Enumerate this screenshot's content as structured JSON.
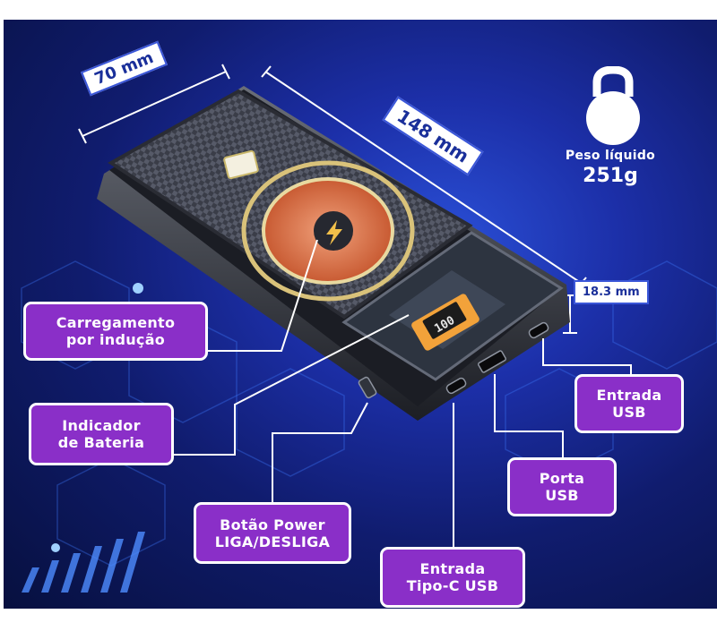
{
  "dimensions": {
    "width": "70 mm",
    "length": "148 mm",
    "height": "18.3 mm"
  },
  "weight": {
    "label": "Peso líquido",
    "value": "251g",
    "icon": "kettlebell-icon"
  },
  "display_reading": "100",
  "callouts": {
    "inductive": [
      "Carregamento",
      "por indução"
    ],
    "battery_indicator": [
      "Indicador",
      "de Bateria"
    ],
    "power_button": [
      "Botão Power",
      "LIGA/DESLIGA"
    ],
    "usb_c_input": [
      "Entrada",
      "Tipo-C USB"
    ],
    "usb_port": [
      "Porta",
      "USB"
    ],
    "usb_input": [
      "Entrada",
      "USB"
    ]
  },
  "colors": {
    "callout_fill": "#8a2fc8",
    "background": "#101c6e",
    "induction_coil": "#e07a4a",
    "display_orange": "#f2a23a"
  }
}
